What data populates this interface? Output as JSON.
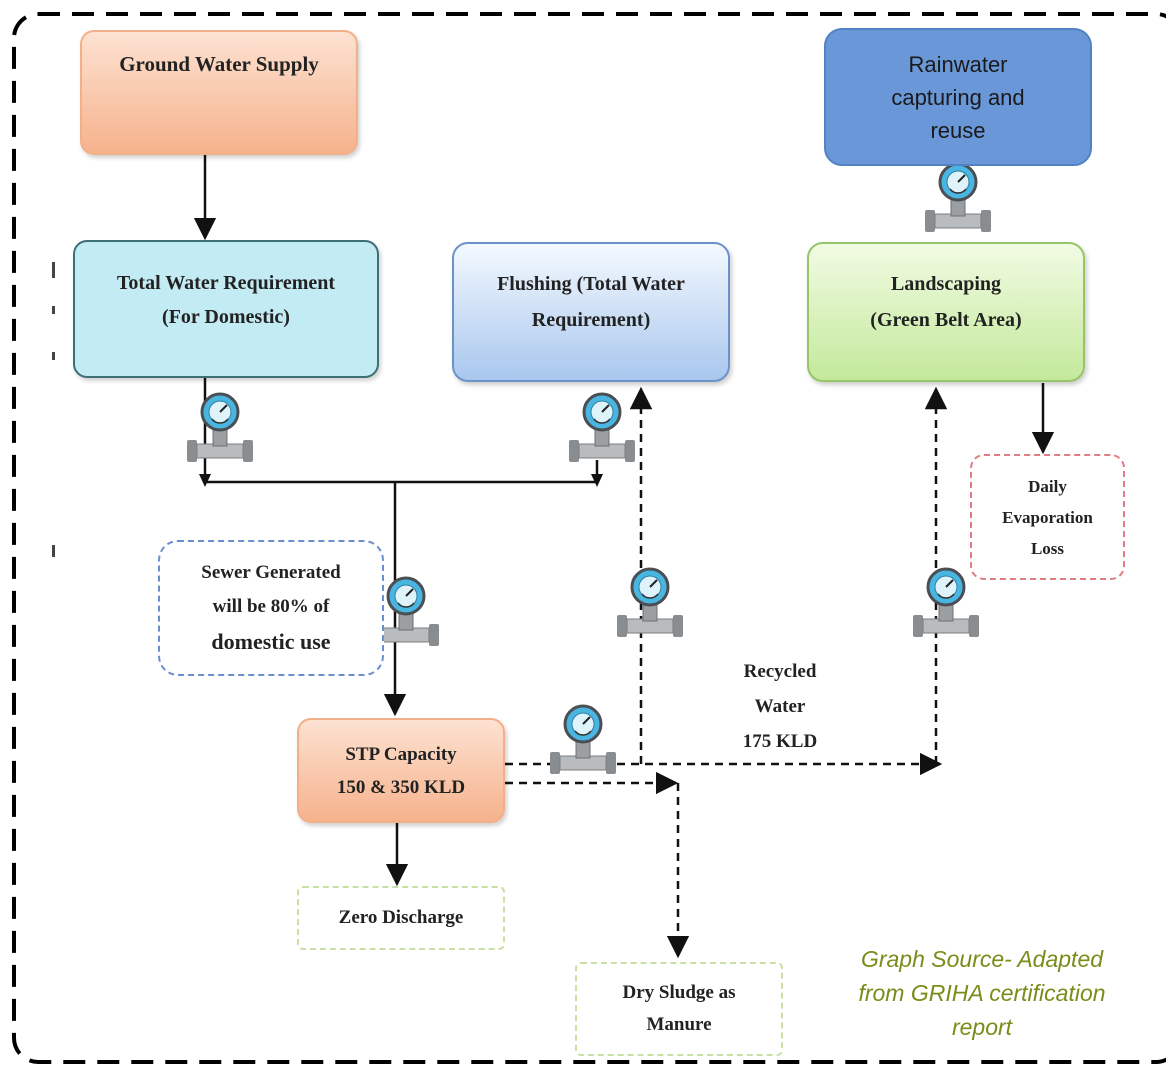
{
  "colors": {
    "frame": "#000000",
    "source_text": "#7a8c1a",
    "ground_water_fill": "#f6b28c",
    "domestic_fill": "#c3ebf4",
    "flushing_fill": "#a9c7ee",
    "landscaping_fill": "#c4e99b",
    "rainwater_fill": "#6a97d7",
    "meter_dial": "#49b6e2"
  },
  "icons": [
    "flow-meter-icon"
  ],
  "nodes": {
    "ground_water": {
      "title": "Ground Water Supply"
    },
    "total_water": {
      "line1": "Total Water Requirement",
      "line2": "(For Domestic)"
    },
    "flushing": {
      "line1": "Flushing (Total Water",
      "line2": "Requirement)"
    },
    "rainwater": {
      "line1": "Rainwater",
      "line2": "capturing and",
      "line3": "reuse"
    },
    "landscaping": {
      "line1": "Landscaping",
      "line2": "(Green Belt Area)"
    },
    "evaporation": {
      "line1": "Daily",
      "line2": "Evaporation",
      "line3": "Loss"
    },
    "sewer": {
      "line1": "Sewer Generated",
      "line2": "will be 80% of",
      "line3": "domestic use"
    },
    "stp": {
      "line1": "STP Capacity",
      "line2": "150 & 350 KLD"
    },
    "zero_discharge": {
      "title": "Zero Discharge"
    },
    "dry_sludge": {
      "line1": "Dry Sludge as",
      "line2": "Manure"
    }
  },
  "recycled_label": {
    "line1": "Recycled",
    "line2": "Water",
    "line3": "175 KLD"
  },
  "source_note": {
    "line1": "Graph Source- Adapted",
    "line2": "from GRIHA certification",
    "line3": "report"
  }
}
